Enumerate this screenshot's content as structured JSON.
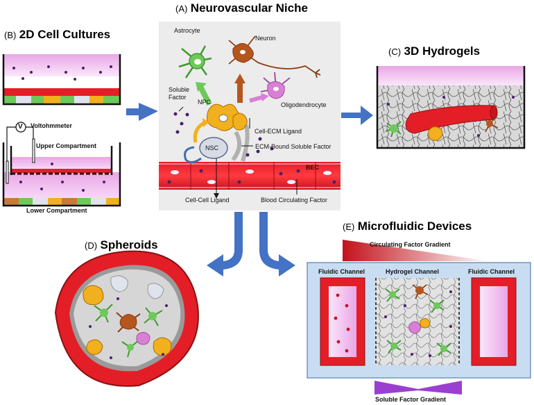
{
  "panels": {
    "a": {
      "prefix": "(A)",
      "title": "Neurovascular Niche",
      "labels": {
        "astrocyte": "Astrocyte",
        "neuron": "Neuron",
        "soluble_factor": "Soluble Factor",
        "npc": "NPC",
        "oligodendrocyte": "Oligodendrocyte",
        "cell_ecm_ligand": "Cell-ECM Ligand",
        "nsc": "NSC",
        "ecm_bound_soluble_factor": "ECM-Bound Soluble Factor",
        "bec": "BEC",
        "cell_cell_ligand": "Cell-Cell Ligand",
        "blood_circulating_factor": "Blood Circulating Factor"
      }
    },
    "b": {
      "prefix": "(B)",
      "title": "2D Cell Cultures",
      "labels": {
        "voltohmmeter": "Voltohmmeter",
        "meter_symbol": "V",
        "upper_compartment": "Upper Compartment",
        "lower_compartment": "Lower Compartment"
      }
    },
    "c": {
      "prefix": "(C)",
      "title": "3D Hydrogels"
    },
    "d": {
      "prefix": "(D)",
      "title": "Spheroids"
    },
    "e": {
      "prefix": "(E)",
      "title": "Microfluidic Devices",
      "labels": {
        "circulating_factor_gradient": "Circulating Factor Gradient",
        "fluidic_channel_left": "Fluidic Channel",
        "hydrogel_channel": "Hydrogel Channel",
        "fluidic_channel_right": "Fluidic Channel",
        "soluble_factor_gradient": "Soluble Factor Gradient"
      }
    }
  },
  "colors": {
    "vessel_red": "#e41e26",
    "medium_pink": "#f0b8ee",
    "arrow_blue": "#4472c4",
    "astrocyte_green": "#6dc95a",
    "npc_yellow": "#f2b01e",
    "neuron_brown": "#b5561f",
    "oligo_pink": "#d980d6",
    "particle_purple": "#4a1f6b",
    "microfluidic_blue": "#c9ddf2"
  },
  "icons": [
    "arrow-left-icon",
    "arrow-right-icon",
    "arrow-down-left-icon",
    "arrow-down-right-icon",
    "voltmeter-icon"
  ]
}
